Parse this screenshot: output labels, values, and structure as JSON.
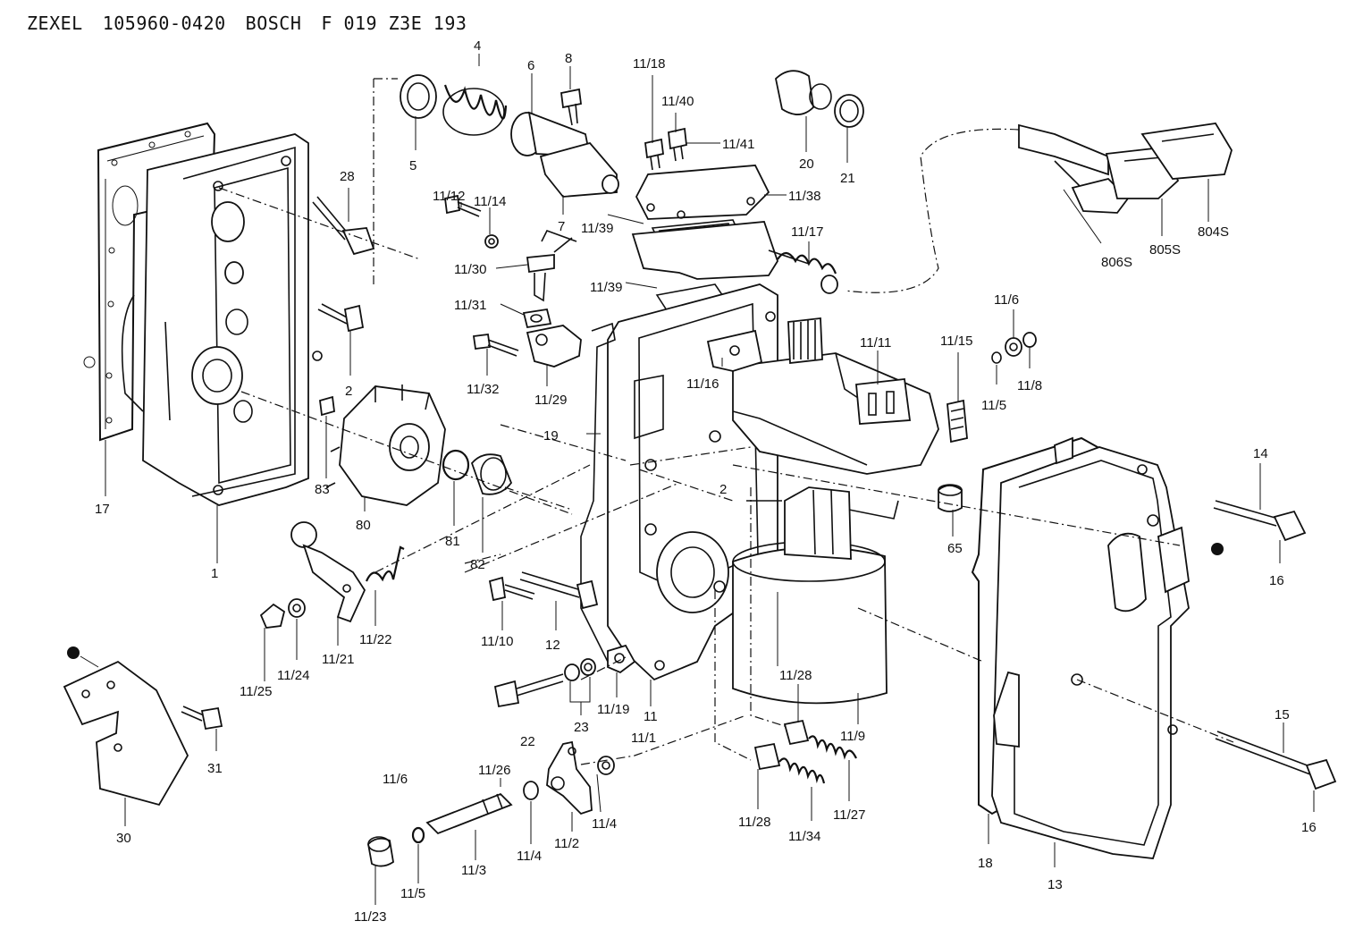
{
  "header": {
    "brand": "ZEXEL",
    "zexel_number": "105960-0420",
    "maker": "BOSCH",
    "bosch_number": "F 019 Z3E 193"
  },
  "callouts": {
    "c1": "1",
    "c2a": "2",
    "c2b": "2",
    "c4": "4",
    "c5": "5",
    "c6": "6",
    "c7": "7",
    "c8": "8",
    "c11": "11",
    "c11_1": "11/1",
    "c11_2": "11/2",
    "c11_3": "11/3",
    "c11_4a": "11/4",
    "c11_4b": "11/4",
    "c11_5a": "11/5",
    "c11_5b": "11/5",
    "c11_6a": "11/6",
    "c11_6b": "11/6",
    "c11_8": "11/8",
    "c11_9": "11/9",
    "c11_10": "11/10",
    "c11_11": "11/11",
    "c11_12": "11/12",
    "c11_14": "11/14",
    "c11_15": "11/15",
    "c11_16": "11/16",
    "c11_17": "11/17",
    "c11_18": "11/18",
    "c11_19": "11/19",
    "c11_21": "11/21",
    "c11_22": "11/22",
    "c11_23": "11/23",
    "c11_24": "11/24",
    "c11_25": "11/25",
    "c11_26": "11/26",
    "c11_27": "11/27",
    "c11_28a": "11/28",
    "c11_28b": "11/28",
    "c11_29": "11/29",
    "c11_30": "11/30",
    "c11_31": "11/31",
    "c11_32": "11/32",
    "c11_34": "11/34",
    "c11_38": "11/38",
    "c11_39a": "11/39",
    "c11_39b": "11/39",
    "c11_40": "11/40",
    "c11_41": "11/41",
    "c12": "12",
    "c13": "13",
    "c14": "14",
    "c15": "15",
    "c16a": "16",
    "c16b": "16",
    "c17": "17",
    "c18": "18",
    "c19": "19",
    "c20": "20",
    "c21": "21",
    "c22": "22",
    "c23": "23",
    "c28": "28",
    "c30": "30",
    "c31": "31",
    "c65": "65",
    "c80": "80",
    "c81": "81",
    "c82": "82",
    "c83": "83",
    "c804s": "804S",
    "c805s": "805S",
    "c806s": "806S"
  }
}
